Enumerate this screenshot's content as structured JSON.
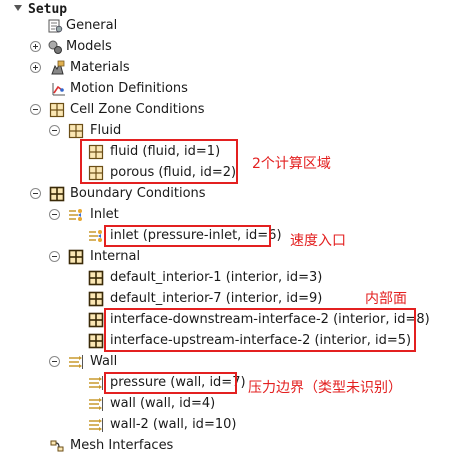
{
  "tree": {
    "setup": "Setup",
    "general": "General",
    "models": "Models",
    "materials": "Materials",
    "motion_definitions": "Motion Definitions",
    "cell_zone_conditions": "Cell Zone Conditions",
    "fluid_group": "Fluid",
    "fluid_item": "fluid (fluid, id=1)",
    "porous_item": "porous (fluid, id=2)",
    "boundary_conditions": "Boundary Conditions",
    "inlet_group": "Inlet",
    "inlet_item": "inlet (pressure-inlet, id=6)",
    "internal_group": "Internal",
    "interior1": "default_interior-1 (interior, id=3)",
    "interior7": "default_interior-7 (interior, id=9)",
    "iface_down": "interface-downstream-interface-2 (interior, id=8)",
    "iface_up": "interface-upstream-interface-2 (interior, id=5)",
    "wall_group": "Wall",
    "pressure_item": "pressure (wall, id=7)",
    "wall_item": "wall (wall, id=4)",
    "wall2_item": "wall-2 (wall, id=10)",
    "mesh_interfaces": "Mesh Interfaces"
  },
  "annotations": {
    "compute_zones": "2个计算区域",
    "velocity_inlet": "速度入口",
    "internal_face": "内部面",
    "pressure_boundary": "压力边界（类型未识别）"
  },
  "colors": {
    "annotation": "#e32020",
    "grid_icon_border": "#7a5a1e",
    "grid_icon_fill": "#fbe7b4",
    "arrow_icon": "#c99a2e"
  }
}
